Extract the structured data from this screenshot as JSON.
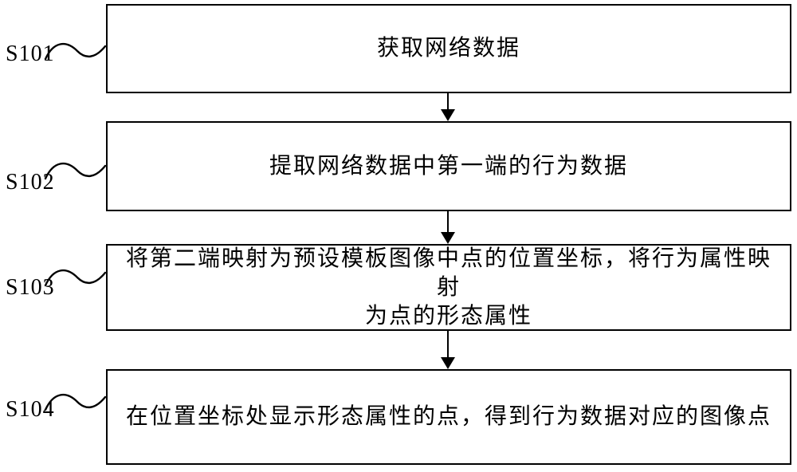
{
  "figure": {
    "type": "flowchart",
    "background_color": "#ffffff",
    "line_color": "#000000",
    "arrow_direction": "down",
    "connector_style": "squiggle",
    "steps": [
      {
        "label": "S101",
        "lines": [
          "获取网络数据"
        ]
      },
      {
        "label": "S102",
        "lines": [
          "提取网络数据中第一端的行为数据"
        ]
      },
      {
        "label": "S103",
        "lines": [
          "将第二端映射为预设模板图像中点的位置坐标，将行为属性映射",
          "为点的形态属性"
        ]
      },
      {
        "label": "S104",
        "lines": [
          "在位置坐标处显示形态属性的点，得到行为数据对应的图像点"
        ]
      }
    ]
  }
}
